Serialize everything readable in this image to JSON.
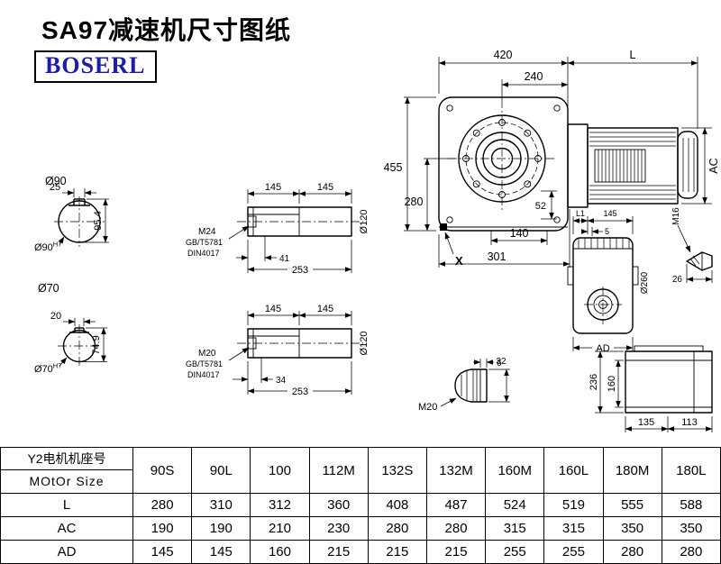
{
  "colors": {
    "brand_text": "#1c1cae",
    "line": "#000000"
  },
  "header": {
    "title": "SA97减速机尺寸图纸",
    "brand": "BOSERL"
  },
  "main_view": {
    "w420": "420",
    "w240": "240",
    "motor_len": "L",
    "h455": "455",
    "h280": "280",
    "d52": "52",
    "ac": "AC",
    "d140": "140",
    "d301": "301",
    "x_label": "X"
  },
  "section_a": {
    "dia": "Ø90",
    "key_w": "25",
    "height": "95.4",
    "bore": "Ø90",
    "tol": "H7"
  },
  "section_b": {
    "dia": "Ø70",
    "key_w": "20",
    "height": "74.9",
    "bore": "Ø70",
    "tol": "H7"
  },
  "shaft_a": {
    "len1": "145",
    "len2": "145",
    "dia": "Ø120",
    "thread": "M24",
    "std": "GB/T5781",
    "din": "DIN4017",
    "depth": "41",
    "total": "253"
  },
  "shaft_b": {
    "len1": "145",
    "len2": "145",
    "dia": "Ø120",
    "thread": "M20",
    "std": "GB/T5781",
    "din": "DIN4017",
    "depth": "34",
    "total": "253"
  },
  "side_view": {
    "l1": "L1",
    "d145": "145",
    "d5": "5",
    "dia": "Ø260",
    "thread": "M16",
    "d26": "26",
    "ad": "AD"
  },
  "rear_view": {
    "d236": "236",
    "d160": "160",
    "d135": "135",
    "d113": "113"
  },
  "bolt_detail": {
    "d6": "6",
    "d32": "32",
    "thread": "M20"
  },
  "table": {
    "header_cn": "Y2电机机座号",
    "header_en": "MOtOr Size",
    "columns": [
      "90S",
      "90L",
      "100",
      "112M",
      "132S",
      "132M",
      "160M",
      "160L",
      "180M",
      "180L"
    ],
    "rows": [
      {
        "label": "L",
        "values": [
          "280",
          "310",
          "312",
          "360",
          "408",
          "487",
          "524",
          "519",
          "555",
          "588"
        ]
      },
      {
        "label": "AC",
        "values": [
          "190",
          "190",
          "210",
          "230",
          "280",
          "280",
          "315",
          "315",
          "350",
          "350"
        ]
      },
      {
        "label": "AD",
        "values": [
          "145",
          "145",
          "160",
          "215",
          "215",
          "215",
          "255",
          "255",
          "280",
          "280"
        ]
      }
    ]
  }
}
